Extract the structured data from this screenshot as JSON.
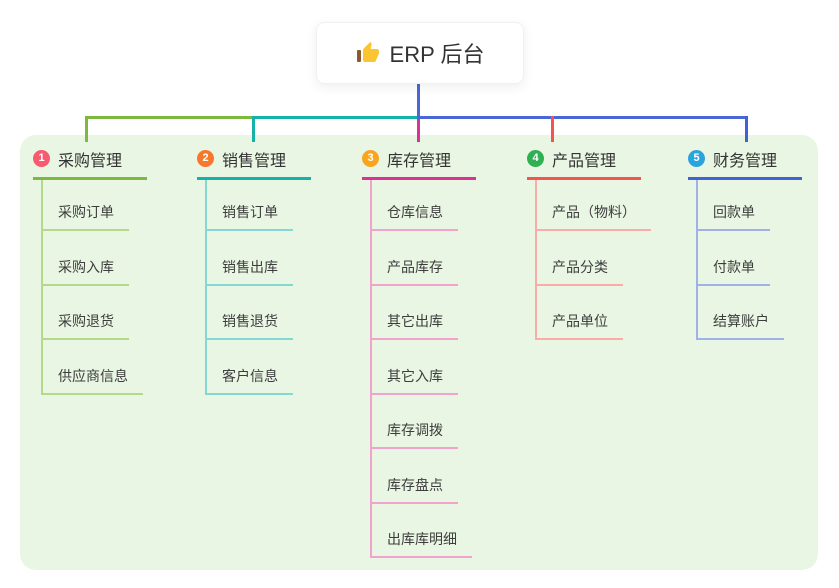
{
  "root": {
    "label": "ERP 后台",
    "icon": "thumbs-up-icon"
  },
  "canvas": {
    "background": "#ffffff",
    "panel_background": "#e9f6e3"
  },
  "connector": {
    "root_line_color": "#4b66d6"
  },
  "icon_colors": {
    "thumb_hand": "#fbc531",
    "thumb_cuff": "#8a5a2b"
  },
  "branches": [
    {
      "index": "1",
      "label": "采购管理",
      "badge_color": "#f65b70",
      "line_color": "#7cb93f",
      "child_line_color": "#b3d98c",
      "children": [
        "采购订单",
        "采购入库",
        "采购退货",
        "供应商信息"
      ]
    },
    {
      "index": "2",
      "label": "销售管理",
      "badge_color": "#f5782d",
      "line_color": "#14b2a9",
      "child_line_color": "#85d7d1",
      "children": [
        "销售订单",
        "销售出库",
        "销售退货",
        "客户信息"
      ]
    },
    {
      "index": "3",
      "label": "库存管理",
      "badge_color": "#f9a61e",
      "line_color": "#dd3295",
      "child_line_color": "#f2a2cf",
      "children": [
        "仓库信息",
        "产品库存",
        "其它出库",
        "其它入库",
        "库存调拨",
        "库存盘点",
        "出库库明细"
      ]
    },
    {
      "index": "4",
      "label": "产品管理",
      "badge_color": "#2fb153",
      "line_color": "#f4534e",
      "child_line_color": "#f9aca8",
      "children": [
        "产品（物料）",
        "产品分类",
        "产品单位"
      ]
    },
    {
      "index": "5",
      "label": "财务管理",
      "badge_color": "#2aa4de",
      "line_color": "#3f62d4",
      "child_line_color": "#9fb1e6",
      "children": [
        "回款单",
        "付款单",
        "结算账户"
      ]
    }
  ]
}
